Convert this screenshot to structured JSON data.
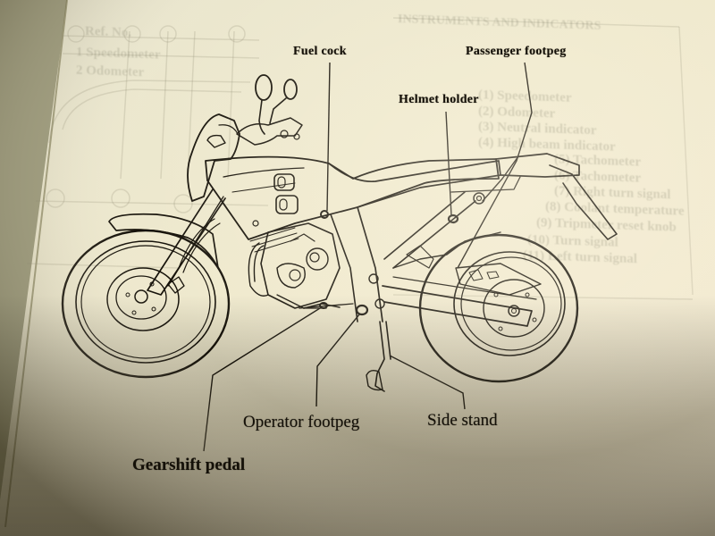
{
  "diagram": {
    "subject": "motorcycle side view line drawing (left side)",
    "labels": {
      "fuel_cock": "Fuel cock",
      "passenger_footpeg": "Passenger footpeg",
      "helmet_holder": "Helmet holder",
      "operator_footpeg": "Operator footpeg",
      "side_stand": "Side stand",
      "gearshift_pedal": "Gearshift pedal"
    }
  },
  "bleed_through": {
    "heading": "INSTRUMENTS AND INDICATORS",
    "table_header": "Ref. No.",
    "rows": [
      "1  Speedometer",
      "2  Odometer"
    ],
    "list": [
      "(1) Speedometer",
      "(2) Odometer",
      "(3) Neutral indicator",
      "(4) High beam indicator",
      "(5) Tachometer",
      "(6) Tachometer",
      "(7) Right turn signal",
      "(8) Coolant temperature",
      "(9) Tripmeter reset knob",
      "(10) Turn signal",
      "(11) Left turn signal"
    ]
  },
  "colors": {
    "paper": "#f0ead0",
    "paper_shadow": "#6e6848",
    "ink": "#141008",
    "bleed_ink": "#8a866c"
  }
}
